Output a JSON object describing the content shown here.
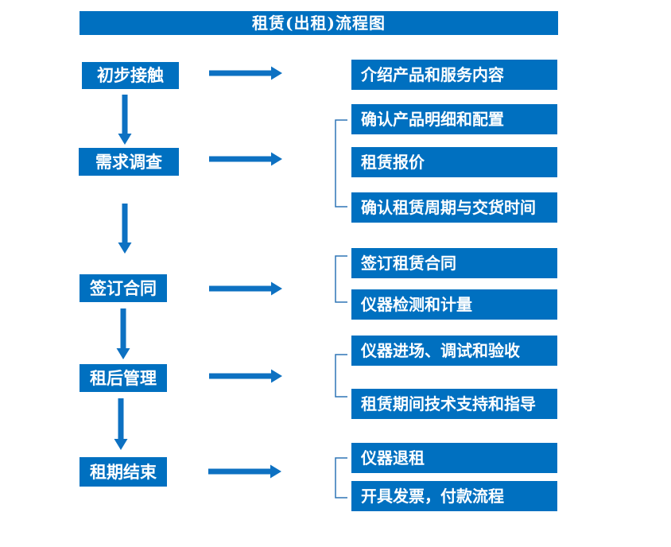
{
  "title": "租赁(出租)流程图",
  "colors": {
    "box_blue": "#0070C0",
    "arrow_blue": "#0D71C2",
    "bracket_blue": "#2E75B6",
    "text_white": "#FFFFFF"
  },
  "steps": [
    {
      "label": "初步接触",
      "details": [
        "介绍产品和服务内容"
      ]
    },
    {
      "label": "需求调查",
      "details": [
        "确认产品明细和配置",
        "租赁报价",
        "确认租赁周期与交货时间"
      ]
    },
    {
      "label": "签订合同",
      "details": [
        "签订租赁合同",
        "仪器检测和计量"
      ]
    },
    {
      "label": "租后管理",
      "details": [
        "仪器进场、调试和验收",
        "租赁期间技术支持和指导"
      ]
    },
    {
      "label": "租期结束",
      "details": [
        "仪器退租",
        "开具发票，付款流程"
      ]
    }
  ]
}
